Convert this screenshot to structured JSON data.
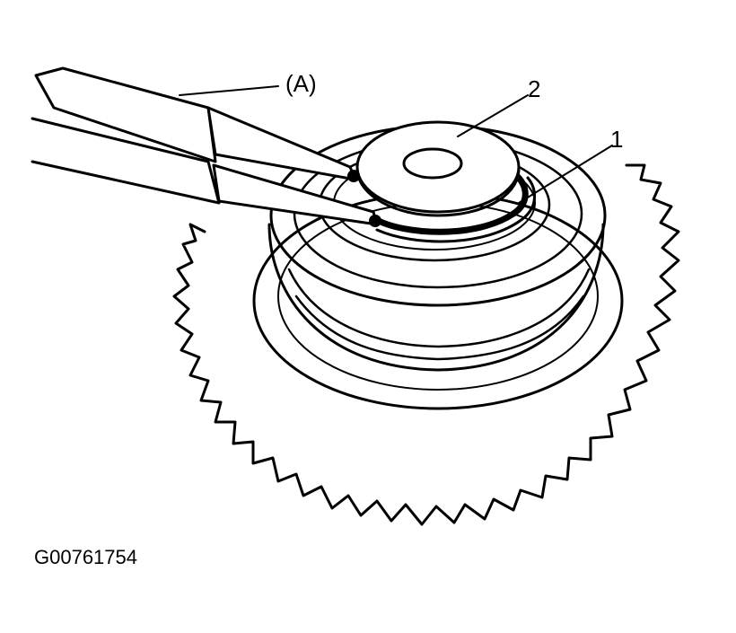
{
  "figure": {
    "callouts": {
      "tool": "(A)",
      "part_1": "1",
      "part_2": "2"
    },
    "figure_id": "G00761754",
    "colors": {
      "line": "#000000",
      "background": "#ffffff"
    }
  }
}
